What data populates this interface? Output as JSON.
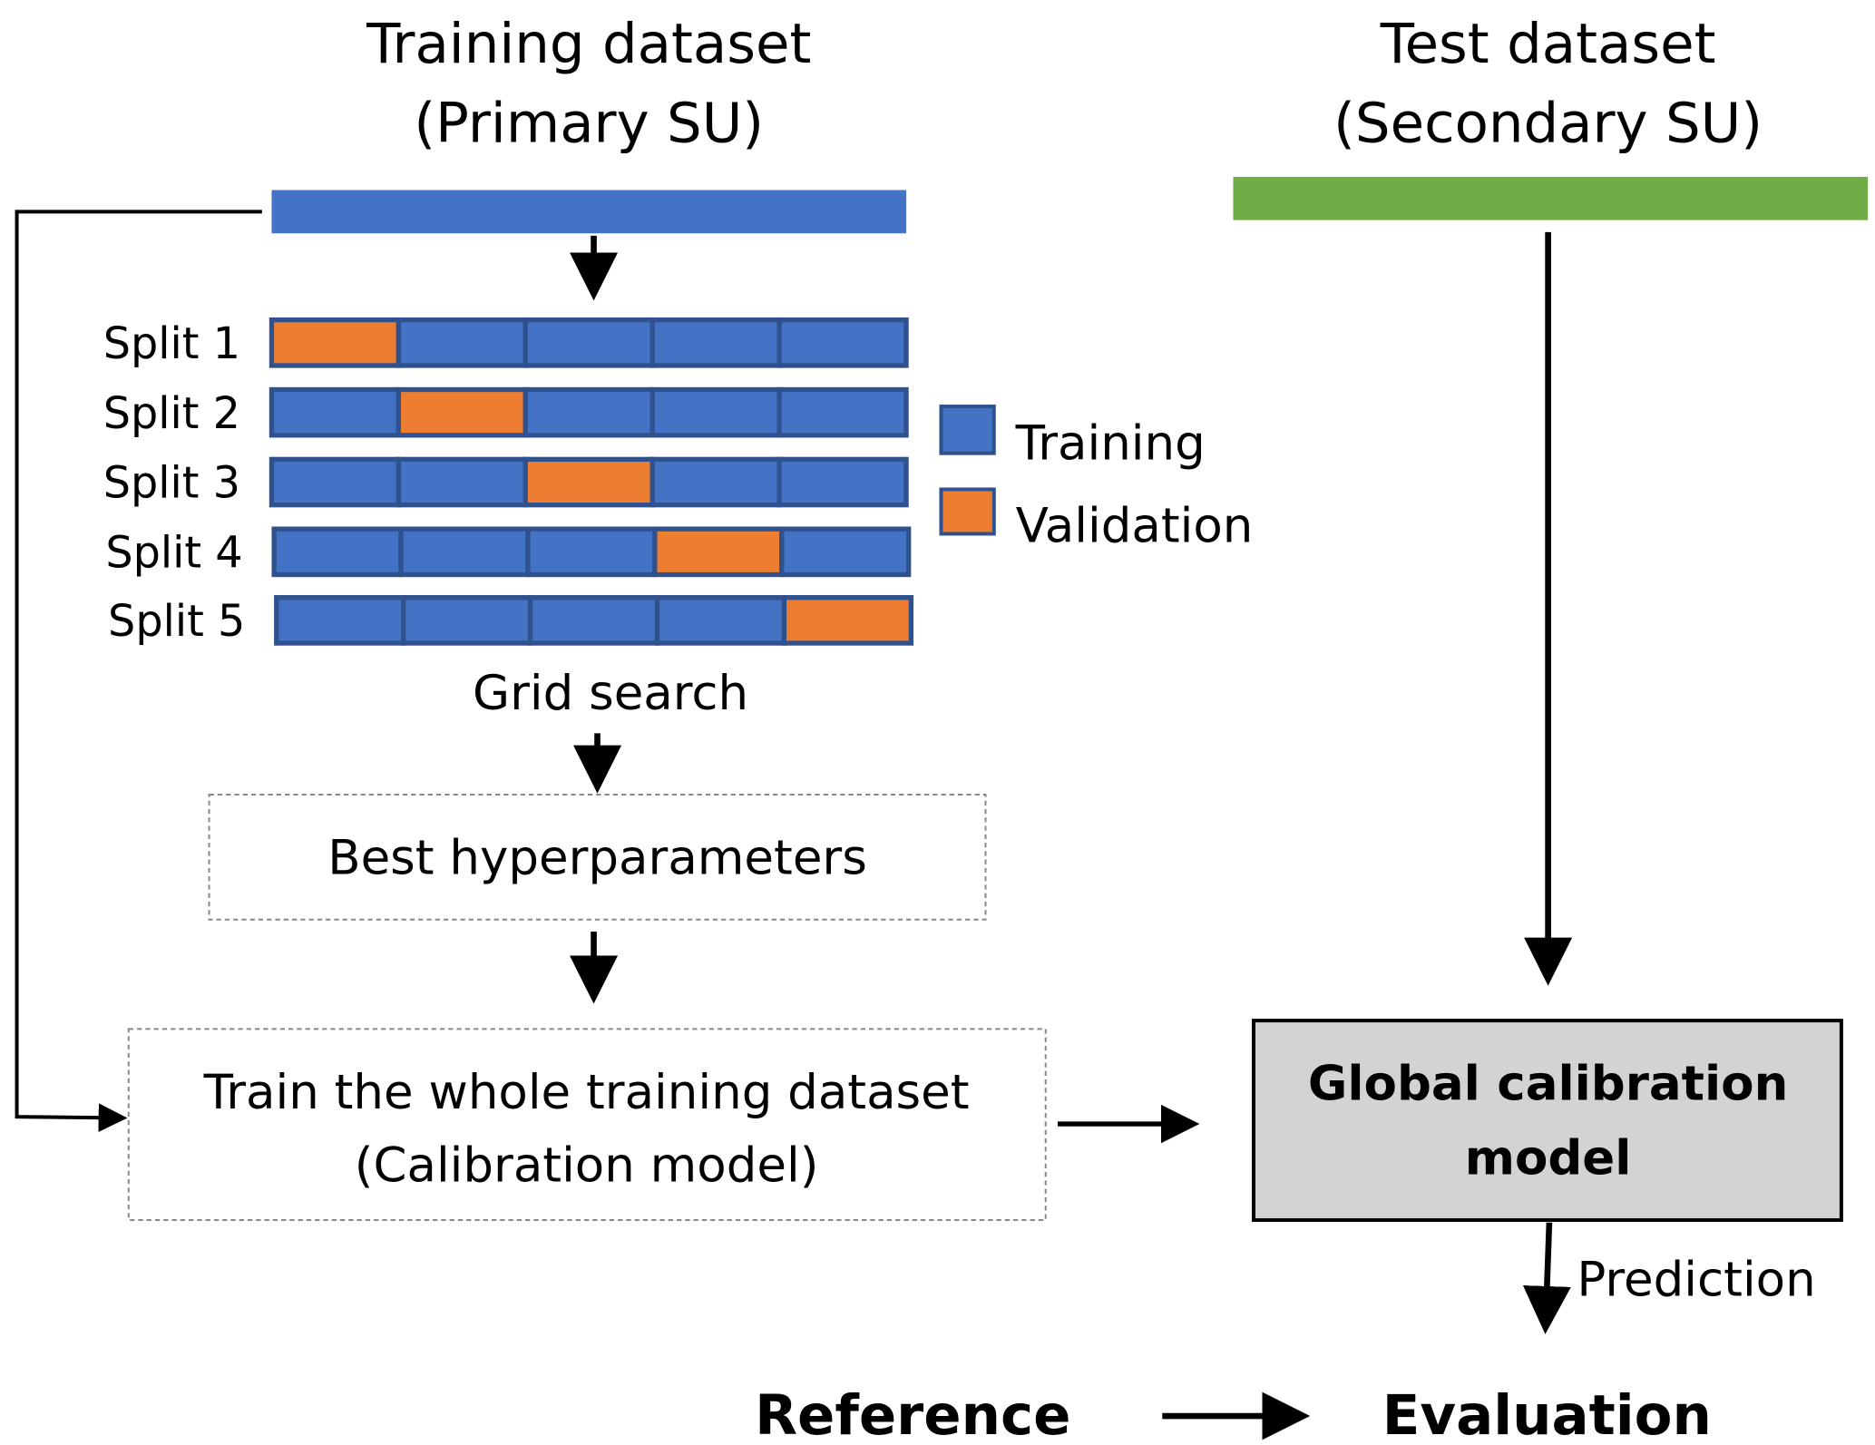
{
  "training": {
    "title": "Training dataset",
    "subtitle": "(Primary SU)"
  },
  "test": {
    "title": "Test dataset",
    "subtitle": "(Secondary SU)"
  },
  "splits": [
    {
      "label": "Split 1",
      "validation_fold": 1
    },
    {
      "label": "Split 2",
      "validation_fold": 2
    },
    {
      "label": "Split 3",
      "validation_fold": 3
    },
    {
      "label": "Split 4",
      "validation_fold": 4
    },
    {
      "label": "Split 5",
      "validation_fold": 5
    }
  ],
  "legend": {
    "training": "Training",
    "validation": "Validation"
  },
  "grid_search": "Grid search",
  "best_hyperparameters": "Best hyperparameters",
  "train_whole": {
    "line1": "Train the whole training dataset",
    "line2": "(Calibration model)"
  },
  "global_model": {
    "line1": "Global calibration",
    "line2": "model"
  },
  "prediction": "Prediction",
  "reference": "Reference",
  "evaluation": "Evaluation",
  "colors": {
    "training": "#4472C4",
    "validation": "#ED7D31",
    "test": "#70AD47",
    "border": "#2F528F",
    "model_box": "#D3D3D3"
  }
}
